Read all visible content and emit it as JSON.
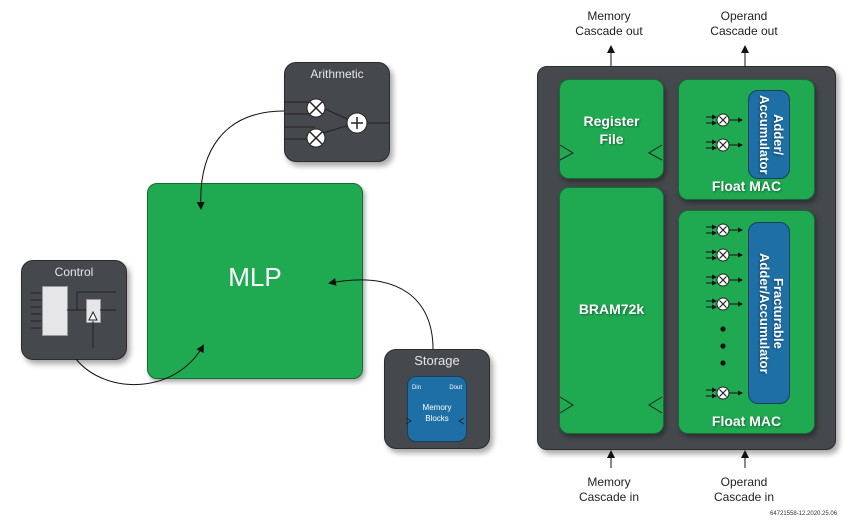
{
  "left_diagram": {
    "center_block": {
      "label": "MLP",
      "color": "#1faa52"
    },
    "arithmetic": {
      "title": "Arithmetic",
      "ops": [
        "multiply",
        "multiply",
        "add"
      ]
    },
    "control": {
      "title": "Control"
    },
    "storage": {
      "title": "Storage",
      "memory_block": {
        "din": "Din",
        "dout": "Dout",
        "label_line1": "Memory",
        "label_line2": "Blocks",
        "color": "#1e6fa6"
      }
    }
  },
  "right_diagram": {
    "top_labels": {
      "memory_out": {
        "line1": "Memory",
        "line2": "Cascade out"
      },
      "operand_out": {
        "line1": "Operand",
        "line2": "Cascade out"
      }
    },
    "bottom_labels": {
      "memory_in": {
        "line1": "Memory",
        "line2": "Cascade in"
      },
      "operand_in": {
        "line1": "Operand",
        "line2": "Cascade in"
      }
    },
    "register_file": {
      "line1": "Register",
      "line2": "File"
    },
    "bram": {
      "label": "BRAM72k"
    },
    "float_mac_top": {
      "label": "Float MAC",
      "accumulator": "Adder/ Accumulator",
      "multipliers": 2
    },
    "float_mac_bottom": {
      "label": "Float MAC",
      "accumulator": "Fracturable Adder/Accumulator",
      "multipliers": 5,
      "ellipsis_dots": 3
    }
  },
  "footer": {
    "figure_id": "64721558-12.2020.25.06"
  },
  "colors": {
    "green": "#1faa52",
    "dark_gray": "#45484c",
    "blue": "#1e6fa6"
  }
}
